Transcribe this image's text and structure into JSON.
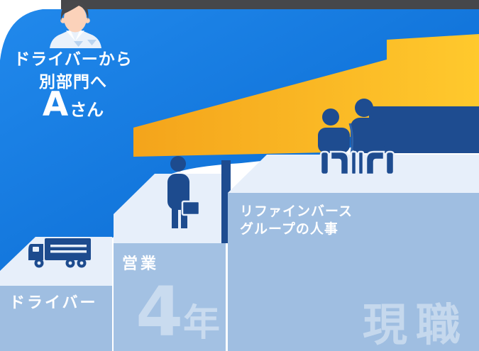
{
  "diagram": {
    "kind": "career-step-infographic",
    "bubble": {
      "line1": "ドライバーから",
      "line2": "別部門へ",
      "name_main": "A",
      "name_suffix": "さん",
      "avatar": "male-office-worker"
    },
    "steps": [
      {
        "label": "ドライバー",
        "icon": "truck-icon",
        "watermark": ""
      },
      {
        "label": "営業",
        "icon": "standing-person-icon",
        "watermark_number": "4",
        "watermark_unit": "年"
      },
      {
        "label_line1": "リファインバース",
        "label_line2": "グループの人事",
        "icon": "meeting-people-icon",
        "watermark": "現職"
      }
    ],
    "arrow": {
      "meaning": "upward-career-growth"
    },
    "colors": {
      "accent_blue": "#0b76dc",
      "accent_blue_light": "#2189ec",
      "accent_blue_deep": "#0665cd",
      "icon_navy": "#1e4c90",
      "arrow_yellow_left": "#f4a41b",
      "arrow_yellow_right": "#ffc92d",
      "platform_light": "#e7effa",
      "column_blue": "#a0bfe2",
      "dark_strip": "#46474a",
      "skin": "#fbd2ba",
      "shirt": "#e9f1fb"
    }
  }
}
